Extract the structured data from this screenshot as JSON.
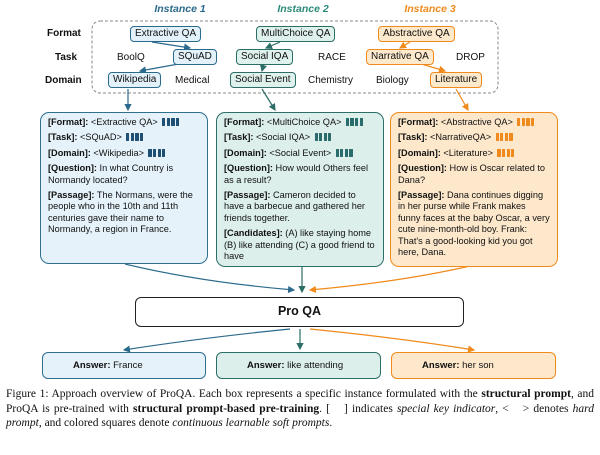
{
  "instances": {
    "titles": [
      "Instance 1",
      "Instance 2",
      "Instance 3"
    ],
    "colors": {
      "instance1": "#2b6a8c",
      "instance2": "#2c8a78",
      "instance3": "#f08a1c"
    }
  },
  "rows": {
    "format": {
      "label": "Format",
      "options": [
        "Extractive QA",
        "MultiChoice QA",
        "Abstractive QA"
      ]
    },
    "task": {
      "label": "Task",
      "options": [
        "BoolQ",
        "SQuAD",
        "Social IQA",
        "RACE",
        "Narrative QA",
        "DROP"
      ]
    },
    "domain": {
      "label": "Domain",
      "options": [
        "Wikipedia",
        "Medical",
        "Social Event",
        "Chemistry",
        "Biology",
        "Literature"
      ]
    }
  },
  "cards": {
    "card1": {
      "format": {
        "key": "[Format]:",
        "value": " <Extractive QA>"
      },
      "task": {
        "key": "[Task]:",
        "value": " <SQuAD>"
      },
      "domain": {
        "key": "[Domain]:",
        "value": " <Wikipedia>"
      },
      "question": {
        "key": "[Question]:",
        "value": " In what Country is Normandy located?"
      },
      "passage": {
        "key": "[Passage]:",
        "value": " The Normans, were the people who in the 10th and 11th centuries gave their name to Normandy, a region in France."
      }
    },
    "card2": {
      "format": {
        "key": "[Format]:",
        "value": " <MultiChoice QA>"
      },
      "task": {
        "key": "[Task]:",
        "value": " <Social IQA>"
      },
      "domain": {
        "key": "[Domain]:",
        "value": " <Social Event>"
      },
      "question": {
        "key": "[Question]:",
        "value": " How would Others feel as a result?"
      },
      "passage": {
        "key": "[Passage]:",
        "value": " Cameron decided to have a barbecue and gathered her friends together."
      },
      "candidates": {
        "key": "[Candidates]:",
        "value": " (A) like staying home (B) like attending (C) a good friend to have"
      }
    },
    "card3": {
      "format": {
        "key": "[Format]:",
        "value": " <Abstractive  QA>"
      },
      "task": {
        "key": "[Task]:",
        "value": " <NarrativeQA>"
      },
      "domain": {
        "key": "[Domain]:",
        "value": " <Literature>"
      },
      "question": {
        "key": "[Question]:",
        "value": " How is Oscar related to Dana?"
      },
      "passage": {
        "key": "[Passage]:",
        "value": " Dana continues digging in her purse while Frank makes funny faces at the baby Oscar, a very cute nine-month-old boy. Frank: That's a good-looking kid you got here, Dana."
      }
    }
  },
  "model": {
    "name": "Pro QA"
  },
  "answers": [
    {
      "key": "Answer:",
      "value": "France"
    },
    {
      "key": "Answer:",
      "value": "like attending"
    },
    {
      "key": "Answer:",
      "value": "her son"
    }
  ],
  "caption": {
    "p1": "Figure 1: Approach overview of ProQA. Each box represents a specific instance formulated with the ",
    "b1": "structural prompt",
    "p2": ", and ProQA is pre-trained with ",
    "b2": "structural prompt-based pre-training",
    "p3": ". [",
    "p4": "] indicates ",
    "i1": "special key indicator",
    "p5": ", <",
    "p6": "> denotes ",
    "i2": "hard prompt",
    "p7": ", and colored squares denote ",
    "i3": "continuous learnable soft prompts",
    "p8": "."
  }
}
